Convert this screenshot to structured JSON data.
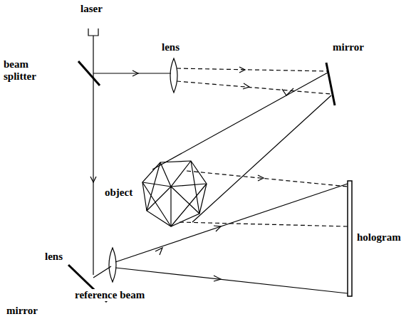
{
  "diagram": {
    "labels": [
      "laser",
      "lens",
      "mirror",
      "beam splitter",
      "object",
      "hologram",
      "lens",
      "mirror",
      "reference beam"
    ]
  }
}
